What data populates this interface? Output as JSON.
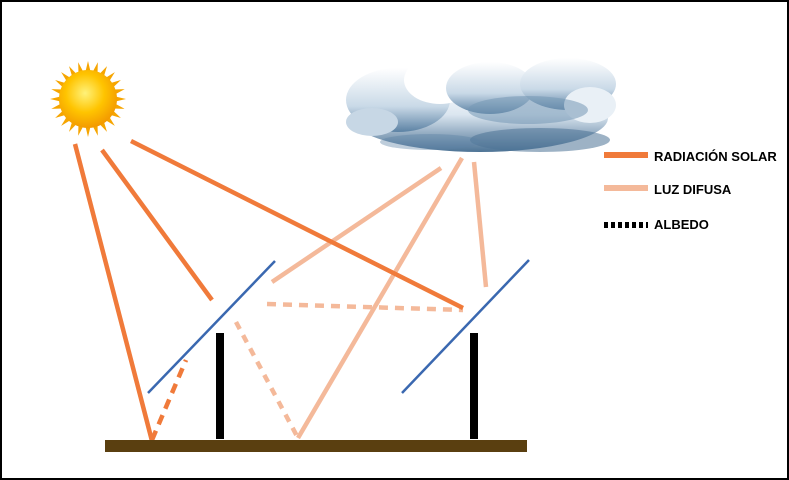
{
  "legend": {
    "items": [
      {
        "label": "RADIACIÓN SOLAR",
        "kind": "solid",
        "color": "#f07a3a"
      },
      {
        "label": "LUZ DIFUSA",
        "kind": "solid",
        "color": "#f4b99a"
      },
      {
        "label": "ALBEDO",
        "kind": "dashed",
        "color": "#000000"
      }
    ]
  },
  "colors": {
    "solar_radiation": "#f07a3a",
    "diffuse_light": "#f4b99a",
    "albedo_example": "#000000",
    "panel": "#3a68b0",
    "post": "#000000",
    "ground": "#5a3f10",
    "sun_core": "#ffc400",
    "sun_rays": "#f6a500",
    "cloud_light": "#eef3f8",
    "cloud_shadow": "#4d7395"
  },
  "icons": {
    "sun": "sun-icon",
    "cloud": "cloud-icon"
  }
}
